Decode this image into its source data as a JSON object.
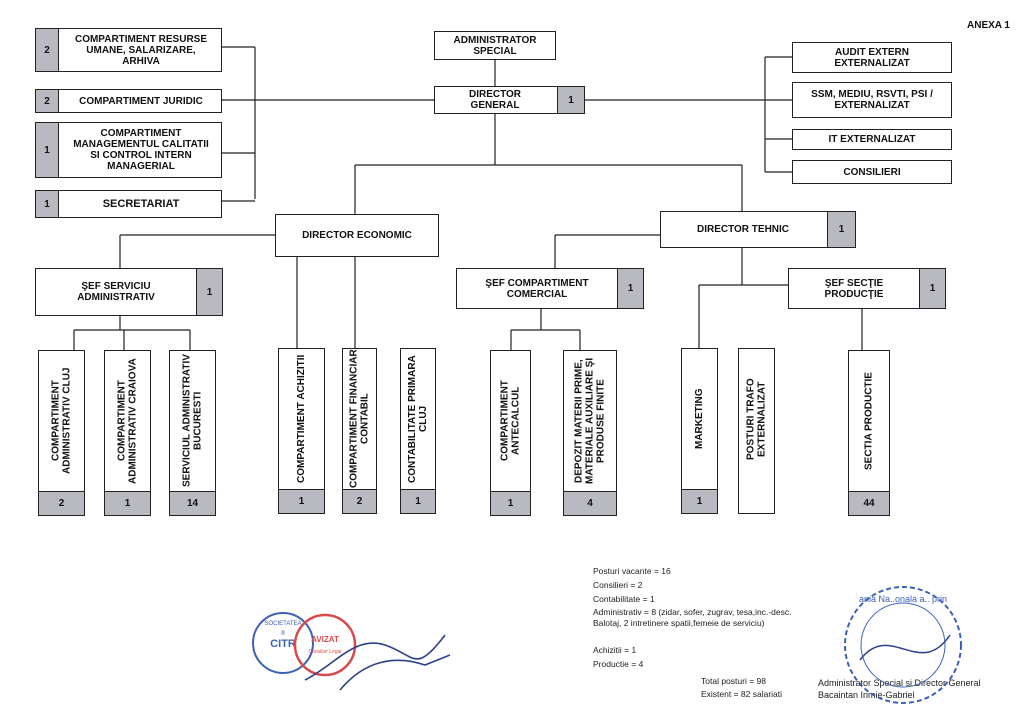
{
  "annex": "ANEXA 1",
  "top": {
    "administrator": "ADMINISTRATOR SPECIAL",
    "director_general": "DIRECTOR GENERAL",
    "director_general_count": "1"
  },
  "left_boxes": [
    {
      "label": "COMPARTIMENT RESURSE UMANE, SALARIZARE, ARHIVA",
      "count": "2"
    },
    {
      "label": "COMPARTIMENT JURIDIC",
      "count": "2"
    },
    {
      "label": "COMPARTIMENT MANAGEMENTUL CALITATII SI CONTROL INTERN MANAGERIAL",
      "count": "1"
    },
    {
      "label": "SECRETARIAT",
      "count": "1"
    }
  ],
  "right_boxes": [
    {
      "label": "AUDIT EXTERN EXTERNALIZAT"
    },
    {
      "label": "SSM, MEDIU, RSVTI, PSI / EXTERNALIZAT"
    },
    {
      "label": "IT EXTERNALIZAT"
    },
    {
      "label": "CONSILIERI"
    }
  ],
  "director_economic": "DIRECTOR ECONOMIC",
  "director_tehnic": {
    "label": "DIRECTOR TEHNIC",
    "count": "1"
  },
  "sef_serviciu": {
    "label": "ŞEF SERVICIU ADMINISTRATIV",
    "count": "1"
  },
  "sef_compartiment": {
    "label": "ŞEF COMPARTIMENT COMERCIAL",
    "count": "1"
  },
  "sef_sectie": {
    "label": "ŞEF SECŢIE PRODUCŢIE",
    "count": "1"
  },
  "units": [
    {
      "label": "COMPARTIMENT ADMINISTRATIV CLUJ",
      "count": "2"
    },
    {
      "label": "COMPARTIMENT ADMINISTRATIV CRAIOVA",
      "count": "1"
    },
    {
      "label": "SERVICIUL ADMINISTRATIV BUCURESTI",
      "count": "14"
    },
    {
      "label": "COMPARTIMENT ACHIZITII",
      "count": "1"
    },
    {
      "label": "COMPARTIMENT FINANCIAR CONTABIL",
      "count": "2"
    },
    {
      "label": "CONTABILITATE PRIMARA CLUJ",
      "count": "1"
    },
    {
      "label": "COMPARTIMENT ANTECALCUL",
      "count": "1"
    },
    {
      "label": "DEPOZIT MATERII PRIME, MATERIALE AUXILIARE ŞI PRODUSE FINITE",
      "count": "4"
    },
    {
      "label": "MARKETING",
      "count": "1"
    },
    {
      "label": "POSTURI TRAFO EXTERNALIZAT",
      "count": ""
    },
    {
      "label": "SECTIA PRODUCTIE",
      "count": "44"
    }
  ],
  "notes": {
    "vacante": "Posturi vacante = 16",
    "consilieri": "Consilieri = 2",
    "contabilitate": "Contabilitate = 1",
    "administrativ": "Administrativ = 8 (zidar, sofer, zugrav, tesa,inc.-desc. Balotaj, 2 intretinere spatii,femeie de serviciu)",
    "achizitii": "Achizitii = 1",
    "productie": "Productie = 4",
    "total": "Total posturi = 98",
    "existent": "Existent = 82 salariati"
  },
  "signature": {
    "line1": "Administrator Special si Director General",
    "line2": "Bacaintan Irimie-Gabriel"
  },
  "stamp1": {
    "top": "SOCIETATEA",
    "mid": "CITR",
    "sub": "®"
  },
  "stamp2": {
    "title": "AVIZAT",
    "sub": "Consilier Legal"
  },
  "stamp3": {
    "text": "ania Na..onala a.. prin"
  },
  "colors": {
    "count_fill": "#b9b9c2",
    "line": "#222222",
    "stamp_red": "#d84a4a",
    "stamp_blue": "#3a62b8"
  }
}
